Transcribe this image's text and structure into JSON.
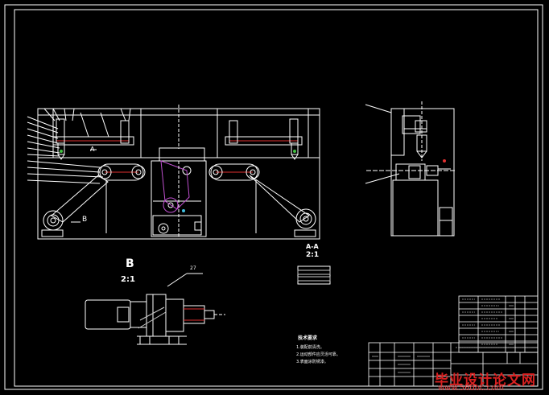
{
  "labels": {
    "detail_b_letter": "B",
    "detail_b_scale": "2:1",
    "section_aa_title": "A-A",
    "section_aa_scale": "2:1",
    "view_a": "A",
    "view_b": "B",
    "callout_27": "27",
    "notes_title": "技术要求",
    "note_1": "1.装配前清洗。",
    "note_2": "2.运动部件应灵活可靠。",
    "note_3": "3.表面涂防锈漆。"
  },
  "watermark": {
    "brand": "毕业设计论文网",
    "url": "www.56doc.com"
  },
  "colors": {
    "background": "#000000",
    "line": "#ffffff",
    "accent_red": "#e03030",
    "accent_purple": "#c050d0",
    "accent_green": "#40c040",
    "accent_cyan": "#40c0e0",
    "watermark": "#d82020"
  }
}
